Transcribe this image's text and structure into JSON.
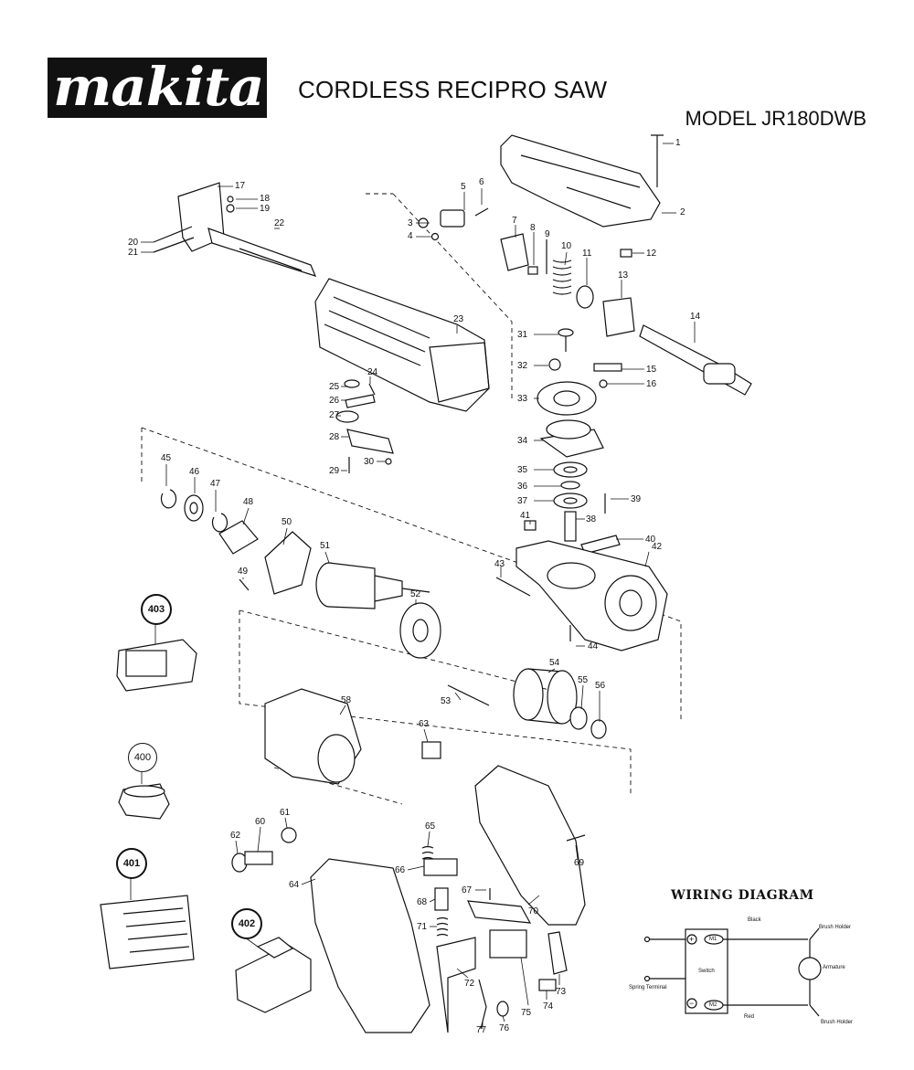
{
  "header": {
    "brand": "makita",
    "title": "CORDLESS RECIPRO SAW",
    "model": "MODEL JR180DWB"
  },
  "parts": [
    "1",
    "2",
    "3",
    "4",
    "5",
    "6",
    "7",
    "8",
    "9",
    "10",
    "11",
    "12",
    "13",
    "14",
    "15",
    "16",
    "17",
    "18",
    "19",
    "20",
    "21",
    "22",
    "23",
    "24",
    "25",
    "26",
    "27",
    "28",
    "29",
    "30",
    "31",
    "32",
    "33",
    "34",
    "35",
    "36",
    "37",
    "38",
    "39",
    "40",
    "41",
    "42",
    "43",
    "44",
    "45",
    "46",
    "47",
    "48",
    "49",
    "50",
    "51",
    "52",
    "53",
    "54",
    "55",
    "56",
    "58",
    "60",
    "61",
    "62",
    "63",
    "64",
    "65",
    "66",
    "67",
    "68",
    "69",
    "70",
    "71",
    "72",
    "73",
    "74",
    "75",
    "76",
    "77"
  ],
  "kit_parts": [
    "403",
    "400",
    "401",
    "402"
  ],
  "wiring_diagram": {
    "title": "WIRING DIAGRAM",
    "labels": {
      "black": "Black",
      "red": "Red",
      "switch": "Switch",
      "spring_terminal": "Spring Terminal",
      "armature": "Armature",
      "brush_holder_top": "Brush Holder",
      "brush_holder_bottom": "Brush Holder",
      "plus": "+",
      "minus": "−",
      "m1": "M1",
      "m2": "M2"
    }
  }
}
